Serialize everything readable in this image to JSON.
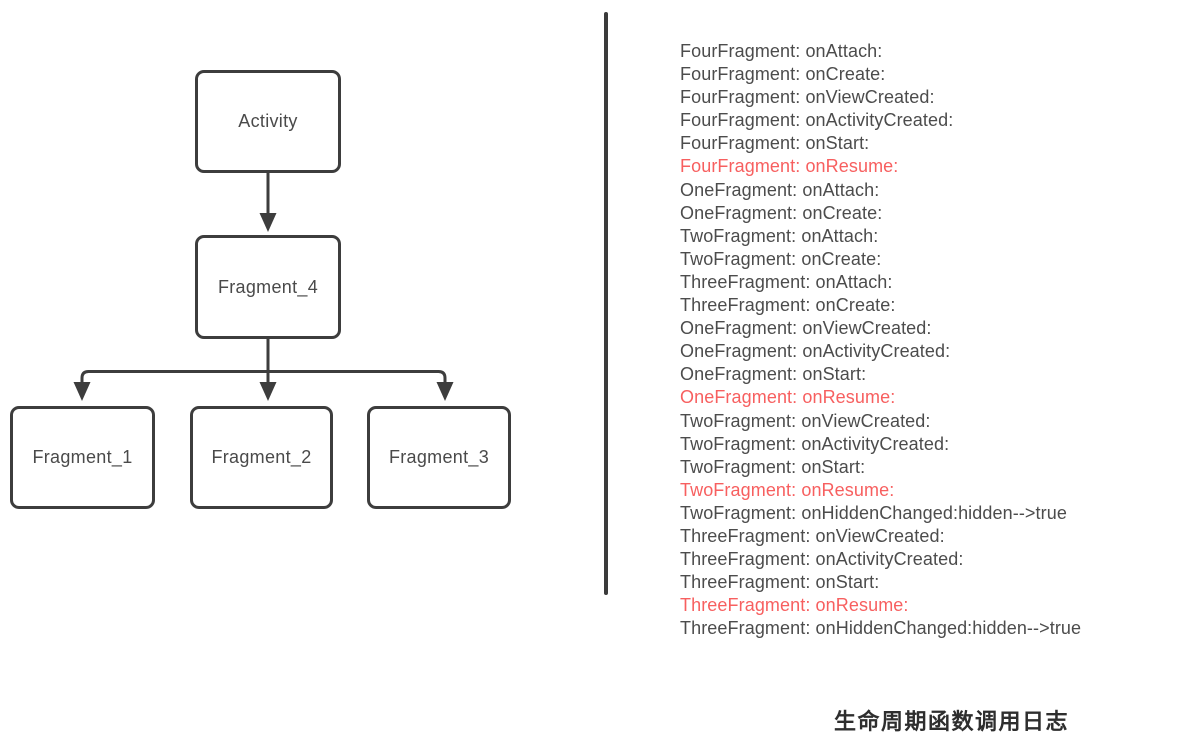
{
  "page": {
    "background": "#ffffff"
  },
  "diagram": {
    "stroke_color": "#3d3d3d",
    "node_text_color": "#4a4a4a",
    "nodes": {
      "activity": {
        "label": "Activity"
      },
      "fragment4": {
        "label": "Fragment_4"
      },
      "fragment1": {
        "label": "Fragment_1"
      },
      "fragment2": {
        "label": "Fragment_2"
      },
      "fragment3": {
        "label": "Fragment_3"
      }
    },
    "edges": [
      {
        "from": "activity",
        "to": "fragment4"
      },
      {
        "from": "fragment4",
        "to": "fragment1"
      },
      {
        "from": "fragment4",
        "to": "fragment2"
      },
      {
        "from": "fragment4",
        "to": "fragment3"
      }
    ]
  },
  "log": {
    "text_color": "#4c4c4c",
    "highlight_color": "#f75f5f",
    "lines": [
      {
        "text": "FourFragment: onAttach:",
        "highlight": false
      },
      {
        "text": "FourFragment: onCreate:",
        "highlight": false
      },
      {
        "text": "FourFragment: onViewCreated:",
        "highlight": false
      },
      {
        "text": "FourFragment: onActivityCreated:",
        "highlight": false
      },
      {
        "text": "FourFragment: onStart:",
        "highlight": false
      },
      {
        "text": "FourFragment: onResume:",
        "highlight": true
      },
      {
        "text": "OneFragment: onAttach:",
        "highlight": false
      },
      {
        "text": "OneFragment: onCreate:",
        "highlight": false
      },
      {
        "text": "TwoFragment: onAttach:",
        "highlight": false
      },
      {
        "text": "TwoFragment: onCreate:",
        "highlight": false
      },
      {
        "text": "ThreeFragment: onAttach:",
        "highlight": false
      },
      {
        "text": "ThreeFragment: onCreate:",
        "highlight": false
      },
      {
        "text": "OneFragment: onViewCreated:",
        "highlight": false
      },
      {
        "text": "OneFragment: onActivityCreated:",
        "highlight": false
      },
      {
        "text": "OneFragment: onStart:",
        "highlight": false
      },
      {
        "text": "OneFragment: onResume:",
        "highlight": true
      },
      {
        "text": "TwoFragment: onViewCreated:",
        "highlight": false
      },
      {
        "text": "TwoFragment: onActivityCreated:",
        "highlight": false
      },
      {
        "text": "TwoFragment: onStart:",
        "highlight": false
      },
      {
        "text": "TwoFragment: onResume:",
        "highlight": true
      },
      {
        "text": "TwoFragment: onHiddenChanged:hidden-->true",
        "highlight": false
      },
      {
        "text": "ThreeFragment: onViewCreated:",
        "highlight": false
      },
      {
        "text": "ThreeFragment: onActivityCreated:",
        "highlight": false
      },
      {
        "text": "ThreeFragment: onStart:",
        "highlight": false
      },
      {
        "text": "ThreeFragment: onResume:",
        "highlight": true
      },
      {
        "text": "ThreeFragment: onHiddenChanged:hidden-->true",
        "highlight": false
      }
    ]
  },
  "caption": {
    "text": "生命周期函数调用日志"
  }
}
